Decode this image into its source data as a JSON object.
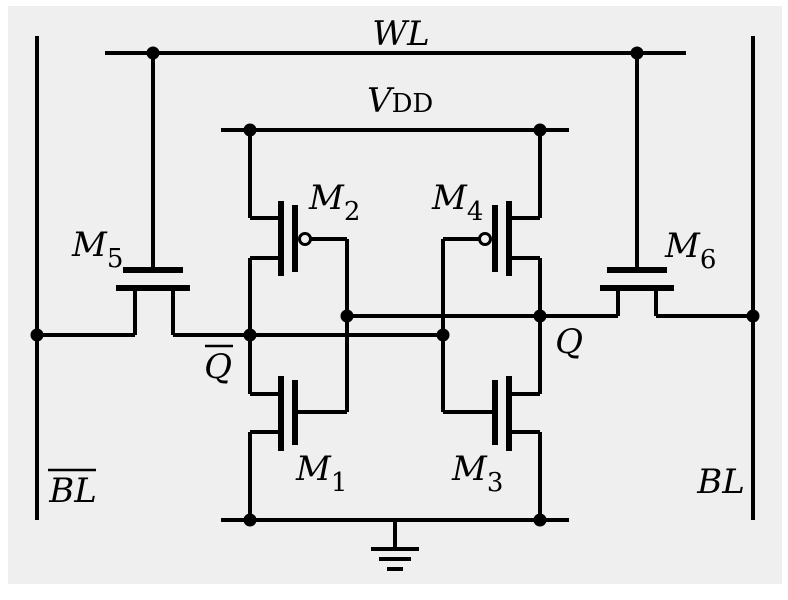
{
  "labels": {
    "wl": "WL",
    "vdd_main": "V",
    "vdd_sub": "DD",
    "q": "Q",
    "qbar": "Q",
    "bl": "BL",
    "blbar": "BL"
  },
  "transistors": [
    {
      "name": "M",
      "index": "1"
    },
    {
      "name": "M",
      "index": "2"
    },
    {
      "name": "M",
      "index": "3"
    },
    {
      "name": "M",
      "index": "4"
    },
    {
      "name": "M",
      "index": "5"
    },
    {
      "name": "M",
      "index": "6"
    }
  ],
  "colors": {
    "background": "#efefef",
    "ink": "#000000"
  }
}
